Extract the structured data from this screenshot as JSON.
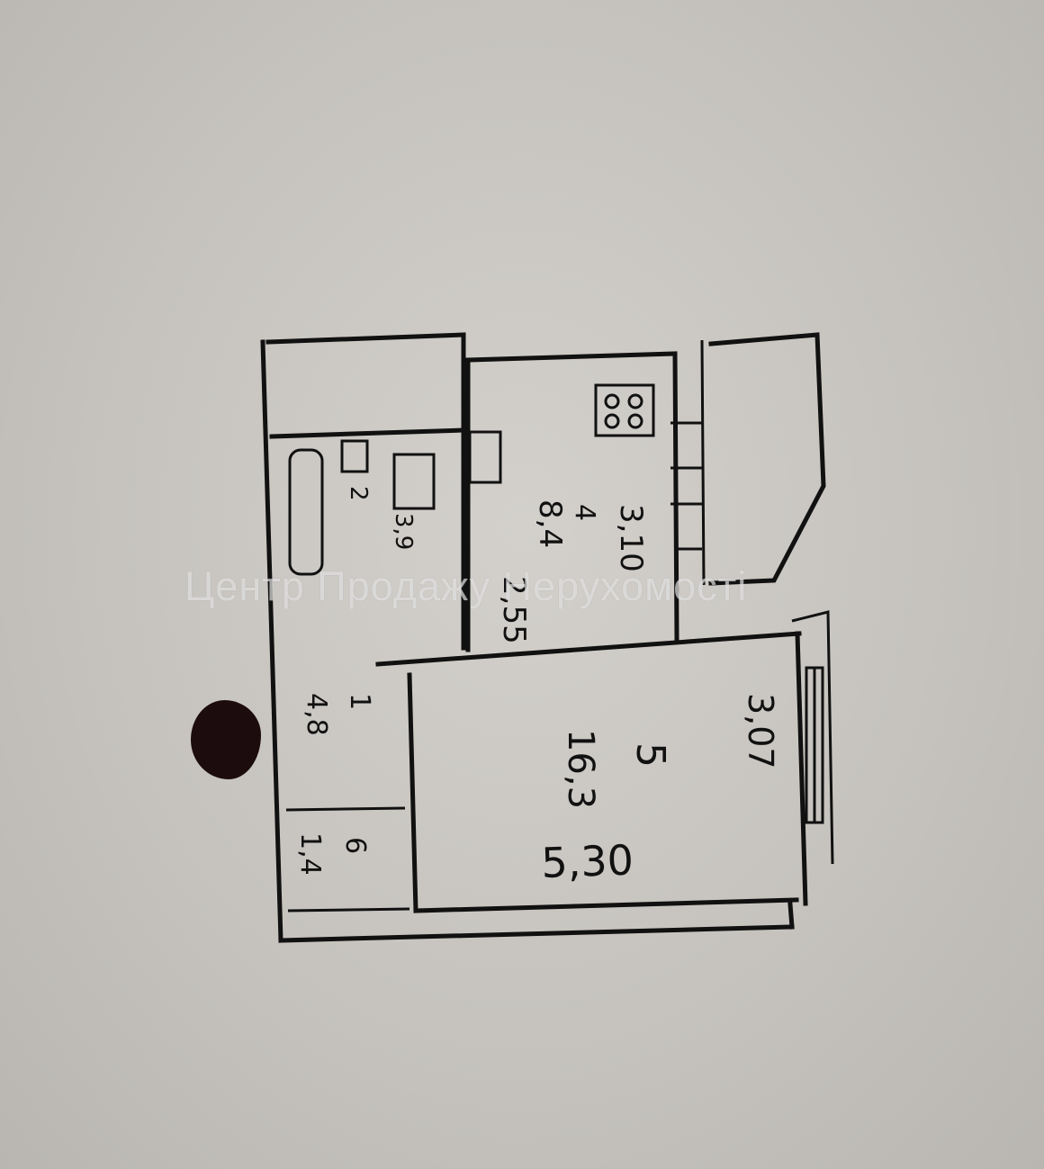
{
  "watermark": "Центр Продажу Нерухомості",
  "rooms": {
    "kitchen": {
      "number": "4",
      "area": "8,4",
      "width": "3,10",
      "depth": "2,55"
    },
    "bath": {
      "number": "2",
      "area": "3,9"
    },
    "hall": {
      "number": "1",
      "area": "4,8"
    },
    "closet": {
      "number": "6",
      "area": "1,4"
    },
    "living": {
      "number": "5",
      "area": "16,3",
      "length": "5,30",
      "width": "3,07"
    }
  }
}
